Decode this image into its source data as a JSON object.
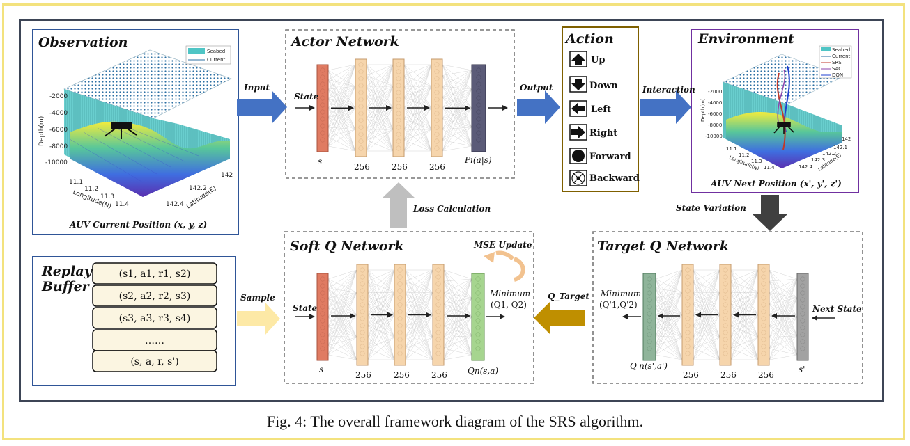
{
  "caption": "Fig. 4: The overall framework diagram of the SRS algorithm.",
  "observation": {
    "title": "Observation",
    "position": "AUV Current Position (x, y, z)",
    "legend": [
      "Seabed",
      "Current"
    ],
    "z_axis_label": "Depth(m)",
    "z_ticks": [
      "-2000",
      "-4000",
      "-6000",
      "-8000",
      "-10000"
    ],
    "x_axis_label": "Longitude(N)",
    "x_ticks": [
      "11.1",
      "11.2",
      "11.3",
      "11.4"
    ],
    "y_axis_label": "Latitude(E)",
    "y_ticks": [
      "142",
      "142.2",
      "142.4"
    ]
  },
  "environment": {
    "title": "Environment",
    "position": "AUV Next Position (x', y', z')",
    "legend": [
      "Seabed",
      "Current",
      "SRS",
      "SAC",
      "DQN"
    ],
    "z_axis_label": "Depth(m)",
    "z_ticks": [
      "-2000",
      "-4000",
      "-6000",
      "-8000",
      "-10000"
    ],
    "x_axis_label": "Longitude(N)",
    "x_ticks": [
      "11.1",
      "11.2",
      "11.3",
      "11.4"
    ],
    "y_axis_label": "Latitude(E)",
    "y_ticks": [
      "142",
      "142.1",
      "142.2",
      "142.3",
      "142.4"
    ]
  },
  "actor": {
    "title": "Actor Network",
    "state_label": "State",
    "layer_labels": [
      "s",
      "256",
      "256",
      "256",
      "Pi(a|s)"
    ]
  },
  "action": {
    "title": "Action",
    "items": [
      "Up",
      "Down",
      "Left",
      "Right",
      "Forward",
      "Backward"
    ]
  },
  "soft_q": {
    "title": "Soft Q Network",
    "state_label": "State",
    "mse_label": "MSE Update",
    "minimum_label": "Minimum",
    "minimum_args": "(Q1, Q2)",
    "layer_labels": [
      "s",
      "256",
      "256",
      "256",
      "Qn(s,a)"
    ]
  },
  "target_q": {
    "title": "Target Q Network",
    "next_state_label": "Next State",
    "minimum_label": "Minimum",
    "minimum_args": "(Q'1,Q'2)",
    "layer_labels": [
      "Q'n(s',a')",
      "256",
      "256",
      "256",
      "s'"
    ]
  },
  "replay": {
    "title_line1": "Replay",
    "title_line2": "Buffer",
    "rows": [
      "(s1, a1, r1, s2)",
      "(s2, a2, r2, s3)",
      "(s3, a3, r3, s4)",
      "……",
      "(s, a, r, s')"
    ]
  },
  "arrows": {
    "input": "Input",
    "output": "Output",
    "interaction": "Interaction",
    "state_variation": "State Variation",
    "loss_calculation": "Loss Calculation",
    "sample": "Sample",
    "q_target": "Q_Target"
  },
  "colors": {
    "outer_border": "#f3e27e",
    "frame_border": "#3d4556",
    "state_layer": "#e07b62",
    "hidden_layer": "#f6d5ac",
    "actor_output": "#5b5b78",
    "q_output": "#a6d58f",
    "target_output": "#8fb49a",
    "next_state": "#a2a2a2",
    "blue_arrow": "#4472c4",
    "gold_arrow": "#bf8f00",
    "cream_arrow": "#fde9a6",
    "gray_arrow": "#bfbfbf",
    "dark_arrow": "#404040",
    "action_border": "#7f6000",
    "env_border": "#7030a0",
    "obs_border": "#2f5597"
  }
}
